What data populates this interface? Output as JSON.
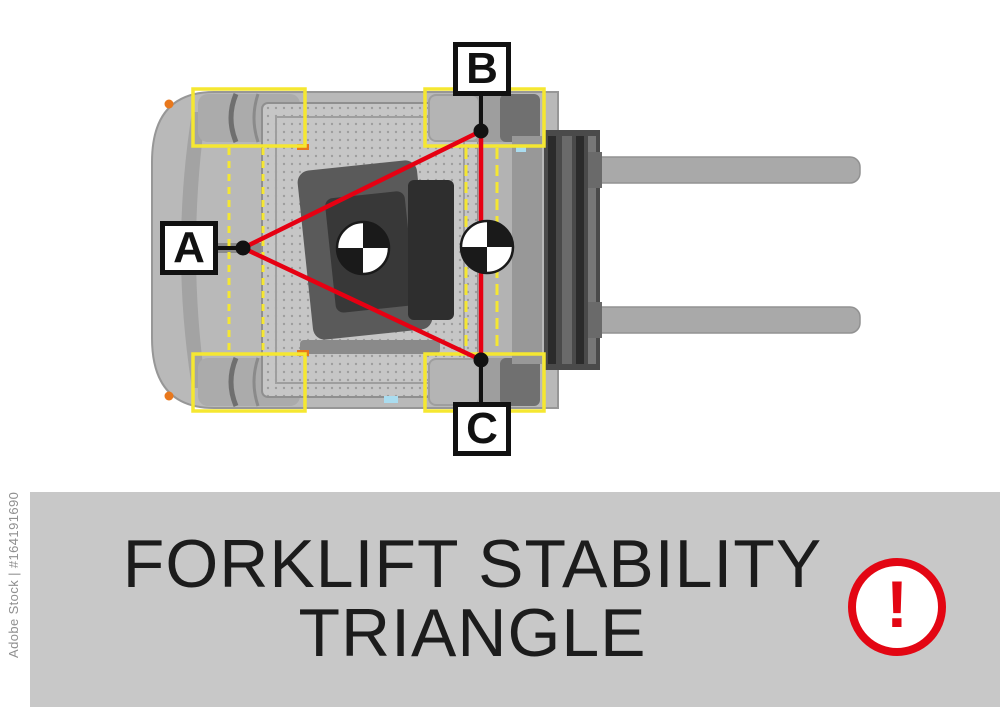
{
  "watermark": {
    "text": "Adobe Stock  |  #164191690"
  },
  "diagram": {
    "point_labels": {
      "a": "A",
      "b": "B",
      "c": "C"
    }
  },
  "banner": {
    "title_line1": "FORKLIFT STABILITY",
    "title_line2": "TRIANGLE",
    "warning_glyph": "!"
  },
  "colors": {
    "triangle_red": "#e60012",
    "wheel_outline_yellow": "#f5e731",
    "banner_gray": "#c8c8c8",
    "warning_red": "#e30613",
    "title_black": "#1c1c1c",
    "watermark_gray": "#8f8f8f"
  }
}
